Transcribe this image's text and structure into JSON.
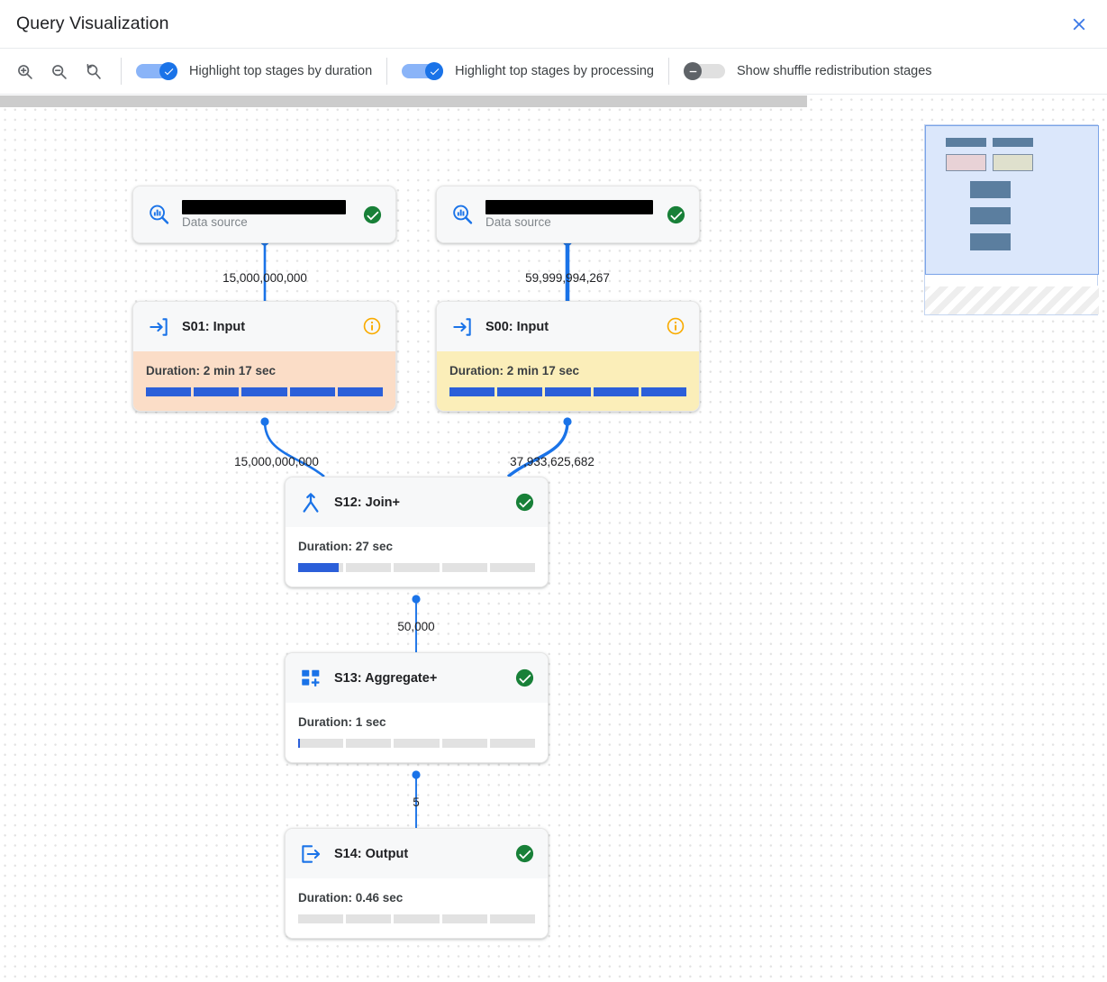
{
  "header": {
    "title": "Query Visualization",
    "close_icon": "close-icon"
  },
  "toolbar": {
    "zoom_in_icon": "zoom-in-icon",
    "zoom_out_icon": "zoom-out-icon",
    "zoom_reset_icon": "zoom-reset-icon",
    "toggles": [
      {
        "label": "Highlight top stages by duration",
        "state": "on"
      },
      {
        "label": "Highlight top stages by processing",
        "state": "on"
      },
      {
        "label": "Show shuffle redistribution stages",
        "state": "off"
      }
    ]
  },
  "graph": {
    "nodes": [
      {
        "id": "ds-left",
        "kind": "data-source",
        "name_redacted": true,
        "subtitle": "Data source",
        "status": "success",
        "icon": "data-source-icon"
      },
      {
        "id": "ds-right",
        "kind": "data-source",
        "name_redacted": true,
        "subtitle": "Data source",
        "status": "success",
        "icon": "data-source-icon"
      },
      {
        "id": "s01",
        "kind": "stage",
        "title": "S01: Input",
        "duration": "Duration: 2 min 17 sec",
        "status": "info",
        "highlight": "peach",
        "icon": "input-stage-icon",
        "progress_segments": [
          100,
          100,
          100,
          100,
          100
        ]
      },
      {
        "id": "s00",
        "kind": "stage",
        "title": "S00: Input",
        "duration": "Duration: 2 min 17 sec",
        "status": "info",
        "highlight": "cream",
        "icon": "input-stage-icon",
        "progress_segments": [
          100,
          100,
          100,
          100,
          100
        ]
      },
      {
        "id": "s12",
        "kind": "stage",
        "title": "S12: Join+",
        "duration": "Duration: 27 sec",
        "status": "success",
        "highlight": "none",
        "icon": "join-stage-icon",
        "progress_segments": [
          90,
          0,
          0,
          0,
          0
        ]
      },
      {
        "id": "s13",
        "kind": "stage",
        "title": "S13: Aggregate+",
        "duration": "Duration: 1 sec",
        "status": "success",
        "highlight": "none",
        "icon": "aggregate-stage-icon",
        "progress_segments": [
          4,
          0,
          0,
          0,
          0
        ]
      },
      {
        "id": "s14",
        "kind": "stage",
        "title": "S14: Output",
        "duration": "Duration: 0.46 sec",
        "status": "success",
        "highlight": "none",
        "icon": "output-stage-icon",
        "progress_segments": [
          0,
          0,
          0,
          0,
          0
        ]
      }
    ],
    "edges": [
      {
        "from": "ds-left",
        "to": "s01",
        "label": "15,000,000,000"
      },
      {
        "from": "ds-right",
        "to": "s00",
        "label": "59,999,994,267"
      },
      {
        "from": "s01",
        "to": "s12",
        "label": "15,000,000,000"
      },
      {
        "from": "s00",
        "to": "s12",
        "label": "37,933,625,682"
      },
      {
        "from": "s12",
        "to": "s13",
        "label": "50,000"
      },
      {
        "from": "s13",
        "to": "s14",
        "label": "5"
      }
    ]
  },
  "minimap": {
    "name": "minimap"
  },
  "colors": {
    "accent_blue": "#1a73e8",
    "edge_blue": "#1a73e8",
    "success_green": "#188038",
    "info_orange": "#f9ab00",
    "highlight_peach": "#fbddc7",
    "highlight_cream": "#fbeeb9",
    "progress_fill": "#2b5fd9"
  }
}
